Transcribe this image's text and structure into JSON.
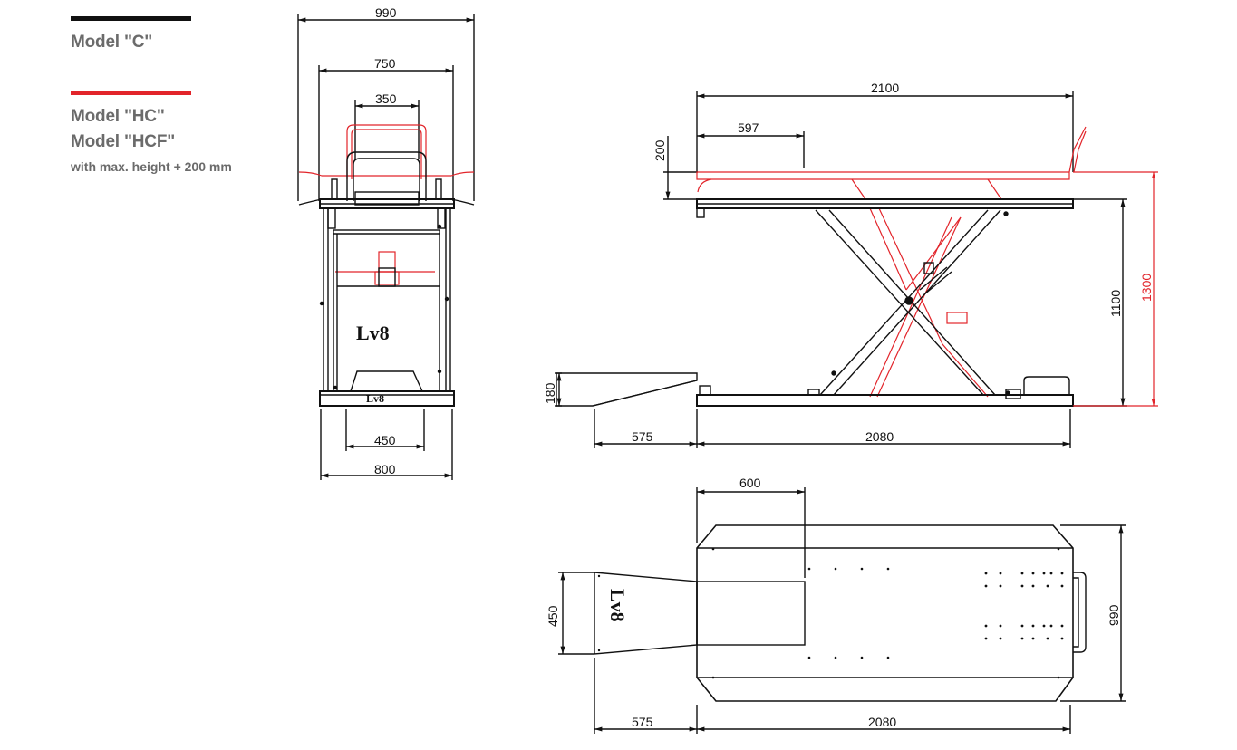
{
  "legend": {
    "model_c": "Model \"C\"",
    "model_hc": "Model \"HC\"",
    "model_hcf": "Model \"HCF\"",
    "note": "with max. height + 200 mm"
  },
  "colors": {
    "line": "#111111",
    "red": "#e2242a",
    "label_gray": "#6b6b6b"
  },
  "front_view": {
    "dim_990": "990",
    "dim_750": "750",
    "dim_350": "350",
    "dim_450": "450",
    "dim_800": "800",
    "logo": "Lv8"
  },
  "side_view": {
    "dim_2100": "2100",
    "dim_597": "597",
    "dim_200": "200",
    "dim_1100": "1100",
    "dim_1300": "1300",
    "dim_180": "180",
    "dim_575": "575",
    "dim_2080": "2080"
  },
  "top_view": {
    "dim_600": "600",
    "dim_450": "450",
    "dim_990": "990",
    "dim_575": "575",
    "dim_2080": "2080",
    "logo": "Lv8"
  }
}
